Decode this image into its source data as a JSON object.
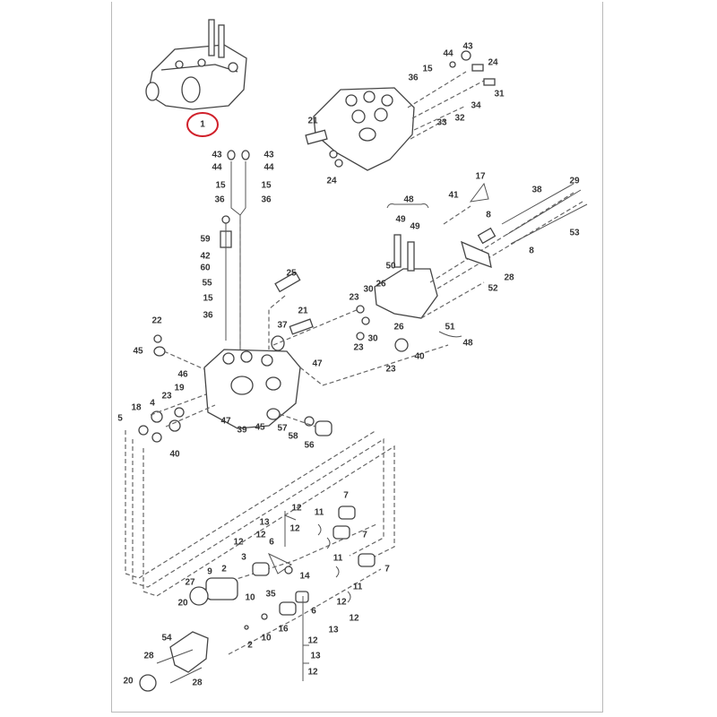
{
  "diagram": {
    "highlight_color": "#d0202a",
    "line_color": "#444444",
    "callouts": [
      "1",
      "43",
      "44",
      "24",
      "15",
      "36",
      "31",
      "34",
      "32",
      "33",
      "21",
      "24",
      "43",
      "44",
      "15",
      "36",
      "43",
      "44",
      "15",
      "36",
      "59",
      "42",
      "60",
      "55",
      "15",
      "36",
      "25",
      "21",
      "37",
      "22",
      "45",
      "48",
      "49",
      "49",
      "17",
      "41",
      "38",
      "29",
      "53",
      "8",
      "8",
      "50",
      "26",
      "30",
      "23",
      "28",
      "52",
      "51",
      "48",
      "26",
      "30",
      "23",
      "40",
      "23",
      "47",
      "46",
      "19",
      "23",
      "18",
      "4",
      "5",
      "47",
      "39",
      "45",
      "57",
      "58",
      "56",
      "40",
      "7",
      "12",
      "13",
      "12",
      "11",
      "7",
      "12",
      "12",
      "6",
      "3",
      "11",
      "14",
      "7",
      "9",
      "2",
      "27",
      "35",
      "10",
      "11",
      "20",
      "12",
      "6",
      "12",
      "13",
      "16",
      "10",
      "2",
      "12",
      "13",
      "12",
      "54",
      "28",
      "20",
      "28"
    ]
  }
}
